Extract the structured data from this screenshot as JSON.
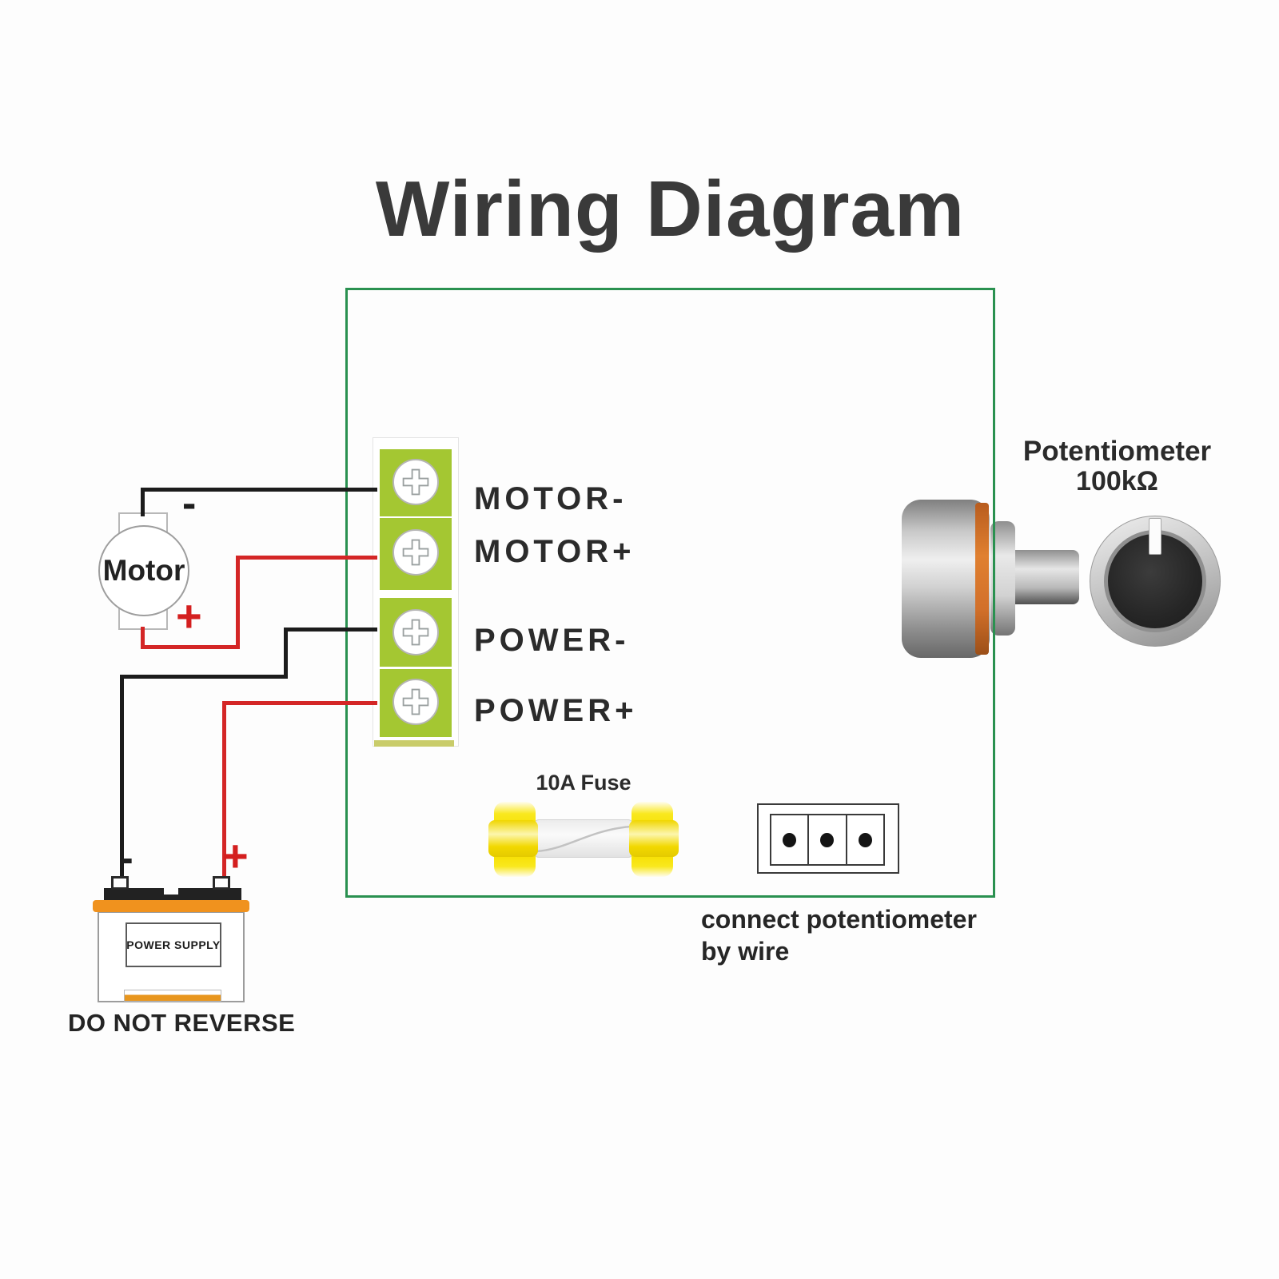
{
  "title": "Wiring Diagram",
  "terminals": {
    "items": [
      {
        "label": "MOTOR-"
      },
      {
        "label": "MOTOR+"
      },
      {
        "label": "POWER-"
      },
      {
        "label": "POWER+"
      }
    ]
  },
  "motor": {
    "label": "Motor",
    "minus_label": "-",
    "plus_label": "+"
  },
  "power_supply": {
    "label": "POWER SUPPLY",
    "warning": "DO NOT REVERSE",
    "minus_label": "-",
    "plus_label": "+"
  },
  "fuse": {
    "label": "10A Fuse"
  },
  "connector": {
    "note_line1": "connect potentiometer",
    "note_line2": "by wire"
  },
  "potentiometer": {
    "name": "Potentiometer",
    "value": "100kΩ"
  },
  "colors": {
    "board_border_green": "#2a9150",
    "terminal_green": "#a4c732",
    "wire_red": "#d42626",
    "wire_black": "#1c1c1c",
    "battery_orange": "#f0921e",
    "fuse_yellow": "#f6df00",
    "pot_orange": "#d2702a",
    "text_dark": "#2b2b2b"
  }
}
